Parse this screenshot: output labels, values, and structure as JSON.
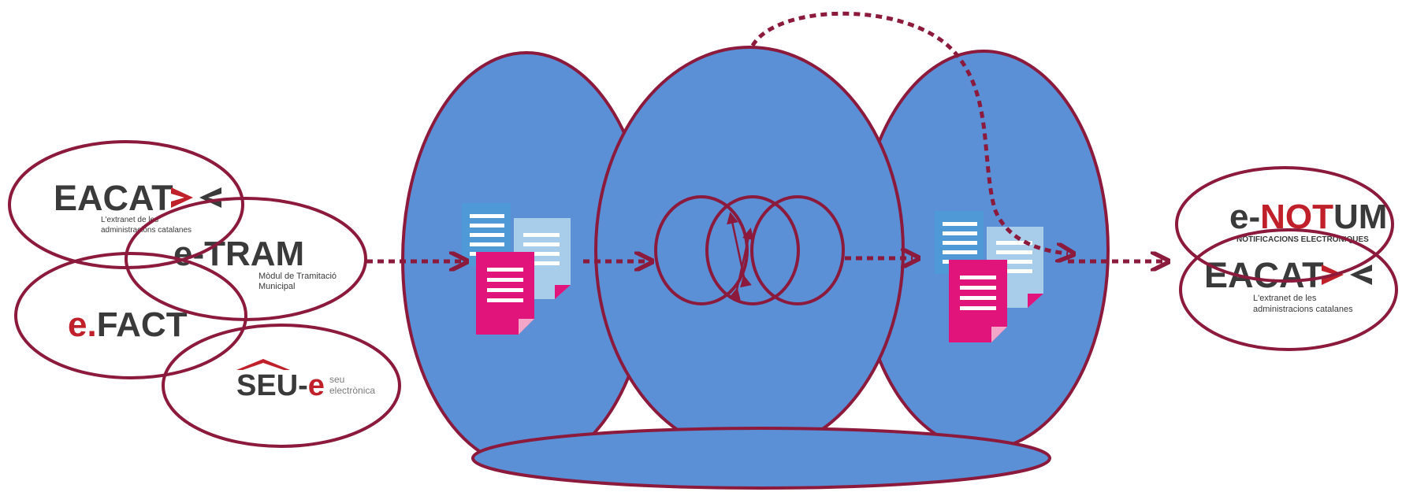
{
  "colors": {
    "blue_fill": "#5b8fd6",
    "maroon_stroke": "#8b1a3c",
    "dark_gray": "#3a3a3a",
    "red_accent": "#c0202a",
    "magenta_doc": "#e0147a",
    "light_blue_doc": "#a8cdea",
    "mid_blue_doc": "#4f9ad6",
    "white": "#ffffff"
  },
  "left_logos": {
    "eacat": {
      "name_dark": "EACAT",
      "tagline": "L'extranet de les administracions catalanes"
    },
    "etram": {
      "name": "e-TRAM",
      "subtitle_line1": "Mòdul de Tramitació",
      "subtitle_line2": "Municipal"
    },
    "efact": {
      "name_e": "e.",
      "name_rest": "FACT"
    },
    "seue": {
      "name": "SEU-",
      "name_e": "e",
      "subtitle_line1": "seu",
      "subtitle_line2": "electrònica"
    }
  },
  "right_logos": {
    "enotum": {
      "name_e": "e-",
      "name_not": "NOT",
      "name_um": "UM",
      "subtitle": "NOTIFICACIONS ELECTRÒNIQUES"
    },
    "eacat": {
      "name_dark": "EACAT",
      "tagline_line1": "L'extranet de les",
      "tagline_line2": "administracions catalanes"
    }
  },
  "icons": {
    "documents_left": "document-stack-icon",
    "documents_right": "document-stack-icon",
    "exchange": "overlapping-circles-icon",
    "arrow": "dotted-arrow-icon"
  }
}
